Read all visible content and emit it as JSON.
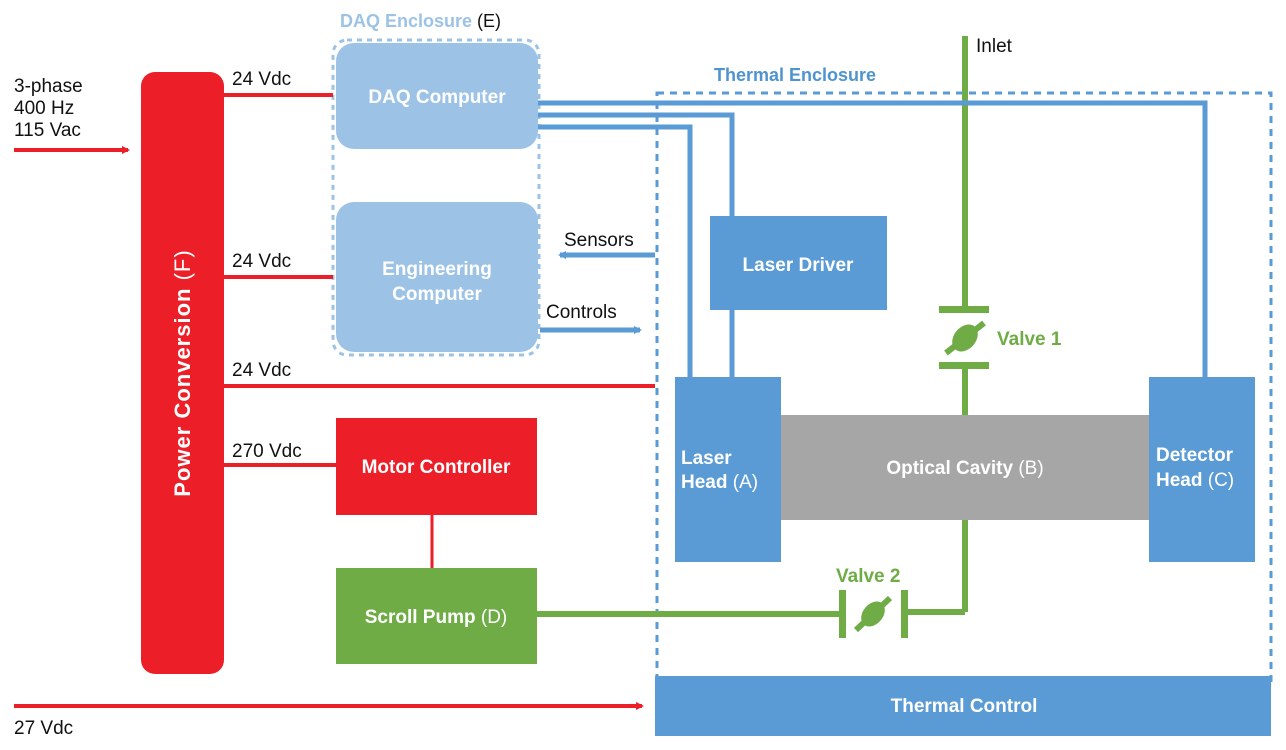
{
  "colors": {
    "power": "#ec1f28",
    "signal": "#5a9bd5",
    "light_box": "#9cc3e6",
    "gas": "#6fac46",
    "cavity": "#a6a6a6"
  },
  "inputs": {
    "ac_line1": "3-phase",
    "ac_line2": "400 Hz",
    "ac_line3": "115 Vac",
    "dc27": "27 Vdc"
  },
  "power_conversion": {
    "name": "Power Conversion",
    "tag": "(F)"
  },
  "power_lines": {
    "daq": "24 Vdc",
    "engineering": "24 Vdc",
    "thermal": "24 Vdc",
    "motor": "270 Vdc"
  },
  "daq_enclosure": {
    "title": "DAQ Enclosure",
    "tag": "(E)"
  },
  "daq_computer": "DAQ Computer",
  "engineering_computer": {
    "line1": "Engineering",
    "line2": "Computer"
  },
  "signals": {
    "sensors": "Sensors",
    "controls": "Controls"
  },
  "motor_controller": "Motor Controller",
  "scroll_pump": {
    "name": "Scroll Pump",
    "tag": "(D)"
  },
  "thermal_enclosure": "Thermal Enclosure",
  "laser_driver": "Laser Driver",
  "laser_head": {
    "line1": "Laser",
    "line2": "Head",
    "tag": "(A)"
  },
  "optical_cavity": {
    "name": "Optical Cavity",
    "tag": "(B)"
  },
  "detector_head": {
    "line1": "Detector",
    "line2": "Head",
    "tag": "(C)"
  },
  "inlet": "Inlet",
  "valve1": "Valve 1",
  "valve2": "Valve 2",
  "thermal_control": "Thermal Control"
}
